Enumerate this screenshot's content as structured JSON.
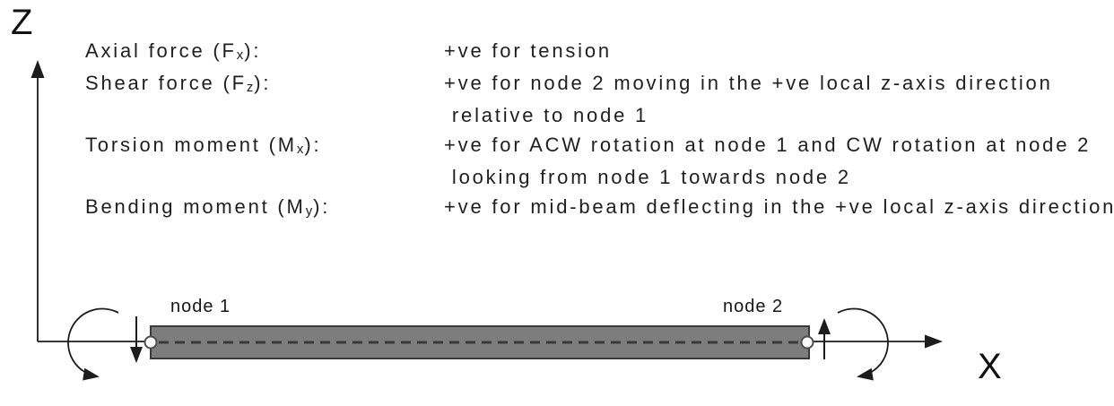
{
  "figure": {
    "z_axis_label": "Z",
    "x_axis_label": "X",
    "node1_label": "node 1",
    "node2_label": "node 2"
  },
  "legend": {
    "rows": [
      {
        "term": {
          "pre": "Axial force (F",
          "sub": "x",
          "post": "):"
        },
        "desc": "+ve for tension"
      },
      {
        "term": {
          "pre": "Shear force (F",
          "sub": "z",
          "post": "):"
        },
        "desc": "+ve for node 2 moving in the +ve local z-axis direction"
      },
      {
        "term": {
          "pre": "",
          "sub": "",
          "post": ""
        },
        "desc": " relative to node 1"
      },
      {
        "term": {
          "pre": "Torsion moment (M",
          "sub": "x",
          "post": "):"
        },
        "desc": "+ve for ACW rotation at node 1 and CW rotation at node 2"
      },
      {
        "term": {
          "pre": "",
          "sub": "",
          "post": ""
        },
        "desc": " looking from node 1 towards node 2"
      },
      {
        "term": {
          "pre": "Bending moment (M",
          "sub": "y",
          "post": "):"
        },
        "desc": "+ve for mid-beam deflecting in the +ve local z-axis direction"
      }
    ]
  },
  "colors": {
    "beam_fill": "#7d7d7d",
    "beam_border": "#3a3a3a",
    "centerline": "#3a3a3a",
    "line": "#1c1c1c",
    "text": "#1f1f1f",
    "node_circle_fill": "#ffffff"
  }
}
